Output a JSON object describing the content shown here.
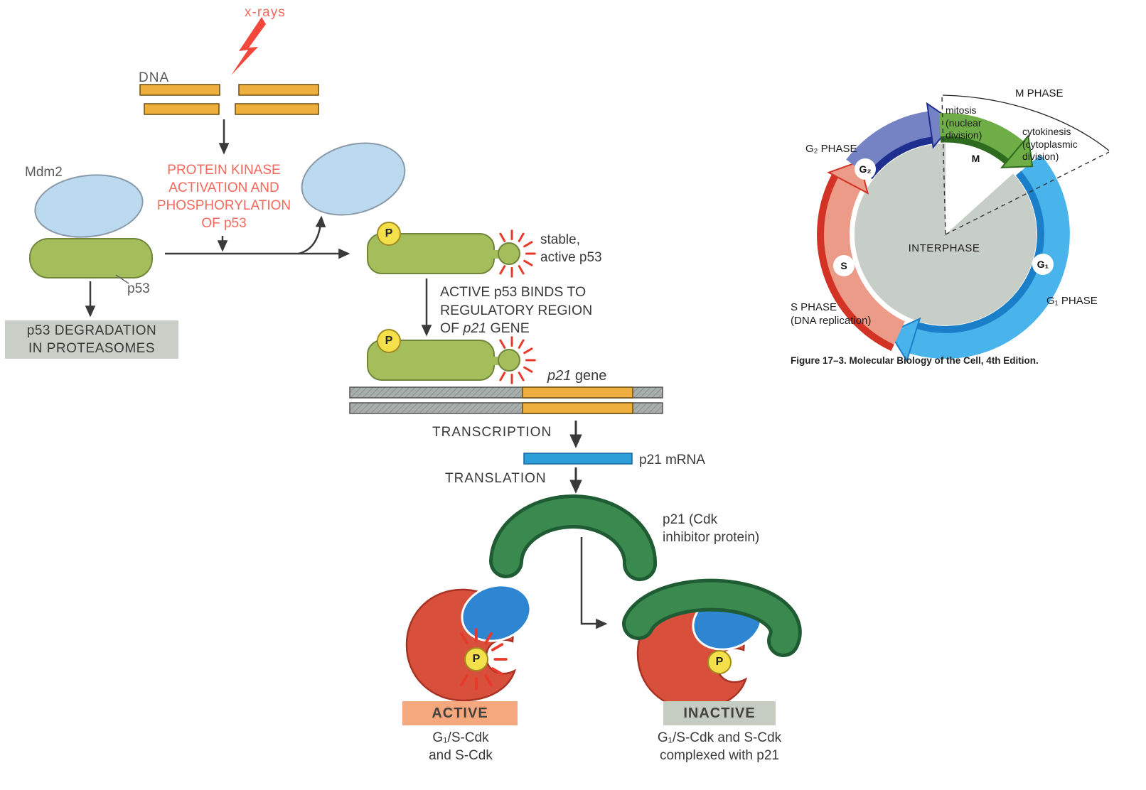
{
  "pathway": {
    "xrays": "x-rays",
    "dna": "DNA",
    "kinase": "PROTEIN KINASE\nACTIVATION AND\nPHOSPHORYLATION\nOF p53",
    "mdm2": "Mdm2",
    "p53": "p53",
    "degradation": "p53 DEGRADATION\nIN PROTEASOMES",
    "stable": "stable,\nactive p53",
    "binds_l1": "ACTIVE p53 BINDS TO",
    "binds_l2": "REGULATORY REGION",
    "binds_l3a": "OF ",
    "binds_l3b": "p21",
    "binds_l3c": " GENE",
    "p21_italic": "p21",
    "gene_word": " gene",
    "transcription": "TRANSCRIPTION",
    "mrna": "p21 mRNA",
    "translation": "TRANSLATION",
    "p21_protein": "p21 (Cdk\ninhibitor protein)",
    "active": "ACTIVE",
    "active_sub": "G₁/S-Cdk\nand S-Cdk",
    "inactive": "INACTIVE",
    "inactive_sub": "G₁/S-Cdk and S-Cdk\ncomplexed with p21",
    "p": "P"
  },
  "cycle": {
    "m_phase": "M PHASE",
    "mitosis": "mitosis\n(nuclear\ndivision)",
    "cytokinesis": "cytokinesis\n(cytoplasmic\ndivision)",
    "g2_phase": "G₂ PHASE",
    "g2": "G₂",
    "m": "M",
    "interphase": "INTERPHASE",
    "g1": "G₁",
    "s": "S",
    "g1_phase": "G₁ PHASE",
    "s_phase": "S PHASE\n(DNA replication)",
    "caption": "Figure 17–3. Molecular Biology of the Cell, 4th Edition."
  },
  "colors": {
    "accent_red": "#F4473C",
    "dna_orange": "#EFAF3F",
    "p53_green": "#A3BE5B",
    "mdm2_blue": "#BCDAEF",
    "mrna_blue": "#2D9FD8",
    "p21_green": "#3A8A50",
    "cdk_red": "#D8503C",
    "cdk_blue": "#2E86D2",
    "phospho_yellow": "#F4E04B",
    "active_bg": "#F5A77E",
    "inactive_bg": "#C5CDC3",
    "g1_blue": "#49B4EC",
    "s_salmon": "#ED9B89",
    "g2_blue": "#7583C4",
    "m_green": "#6FAE47",
    "interphase_gray": "#C7CDC7"
  }
}
